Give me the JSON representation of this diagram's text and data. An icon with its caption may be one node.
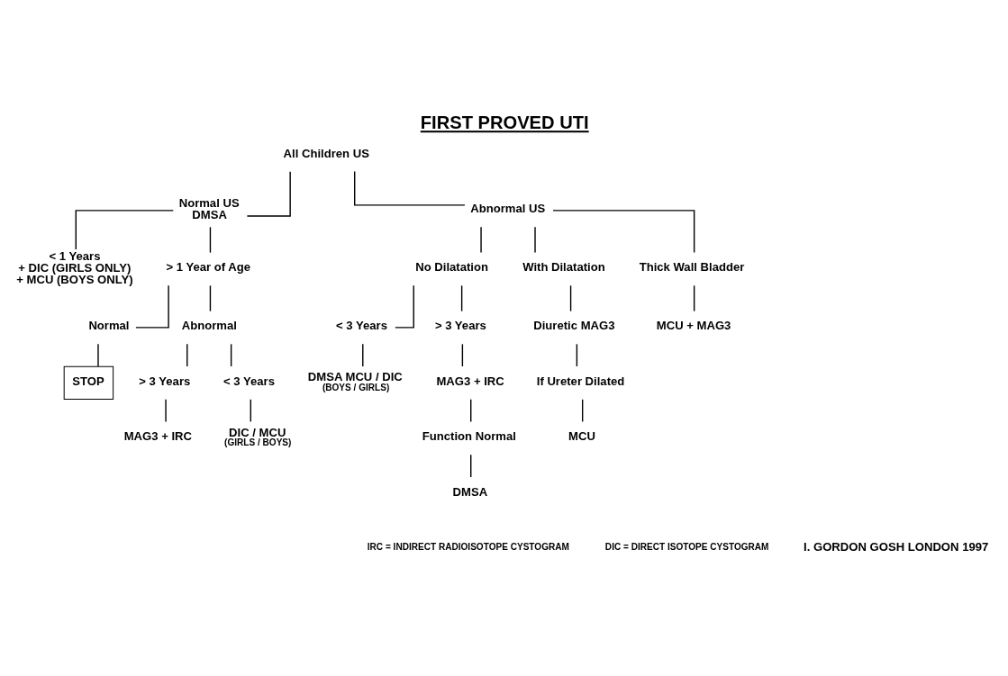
{
  "diagram": {
    "title": "FIRST PROVED UTI",
    "nodes": [
      {
        "text": [
          "All Children US"
        ]
      },
      {
        "text": [
          "Normal US",
          "DMSA"
        ]
      },
      {
        "text": [
          "< 1 Years",
          "+ DIC (GIRLS ONLY)",
          "+ MCU (BOYS ONLY)"
        ]
      },
      {
        "text": [
          "> 1 Year of Age"
        ]
      },
      {
        "text": [
          "Normal"
        ]
      },
      {
        "text": [
          "Abnormal"
        ]
      },
      {
        "text": [
          "STOP"
        ]
      },
      {
        "text": [
          "> 3 Years"
        ]
      },
      {
        "text": [
          "MAG3 + IRC"
        ]
      },
      {
        "text": [
          "< 3 Years"
        ]
      },
      {
        "text": [
          "DIC / MCU",
          "(GIRLS / BOYS)"
        ]
      },
      {
        "text": [
          "Abnormal US"
        ]
      },
      {
        "text": [
          "No Dilatation"
        ]
      },
      {
        "text": [
          "With Dilatation"
        ]
      },
      {
        "text": [
          "Thick Wall Bladder"
        ]
      },
      {
        "text": [
          "< 3 Years"
        ]
      },
      {
        "text": [
          "> 3 Years"
        ]
      },
      {
        "text": [
          "DMSA MCU / DIC",
          "(BOYS / GIRLS)"
        ]
      },
      {
        "text": [
          "MAG3 + IRC"
        ]
      },
      {
        "text": [
          "Function Normal"
        ]
      },
      {
        "text": [
          "DMSA"
        ]
      },
      {
        "text": [
          "Diuretic MAG3"
        ]
      },
      {
        "text": [
          "If Ureter Dilated"
        ]
      },
      {
        "text": [
          "MCU"
        ]
      },
      {
        "text": [
          "MCU + MAG3"
        ]
      }
    ],
    "edges": [
      {
        "from": 0,
        "to": 1,
        "arrow": "none"
      },
      {
        "from": 0,
        "to": 11,
        "arrow": "none"
      },
      {
        "from": 1,
        "to": 2,
        "arrow": "none"
      },
      {
        "from": 1,
        "to": 3,
        "arrow": "none"
      },
      {
        "from": 3,
        "to": 4,
        "arrow": "none"
      },
      {
        "from": 3,
        "to": 5,
        "arrow": "none"
      },
      {
        "from": 4,
        "to": 6,
        "arrow": "none"
      },
      {
        "from": 5,
        "to": 7,
        "arrow": "none"
      },
      {
        "from": 5,
        "to": 9,
        "arrow": "none"
      },
      {
        "from": 7,
        "to": 8,
        "arrow": "none"
      },
      {
        "from": 9,
        "to": 10,
        "arrow": "none"
      },
      {
        "from": 11,
        "to": 12,
        "arrow": "none"
      },
      {
        "from": 11,
        "to": 13,
        "arrow": "none"
      },
      {
        "from": 11,
        "to": 14,
        "arrow": "none"
      },
      {
        "from": 12,
        "to": 15,
        "arrow": "none"
      },
      {
        "from": 12,
        "to": 16,
        "arrow": "none"
      },
      {
        "from": 15,
        "to": 17,
        "arrow": "none"
      },
      {
        "from": 16,
        "to": 18,
        "arrow": "none"
      },
      {
        "from": 18,
        "to": 19,
        "arrow": "none"
      },
      {
        "from": 19,
        "to": 20,
        "arrow": "none"
      },
      {
        "from": 13,
        "to": 21,
        "arrow": "none"
      },
      {
        "from": 21,
        "to": 22,
        "arrow": "none"
      },
      {
        "from": 22,
        "to": 23,
        "arrow": "none"
      },
      {
        "from": 14,
        "to": 24,
        "arrow": "none"
      }
    ],
    "labels": [
      "IRC = INDIRECT RADIOISOTOPE CYSTOGRAM",
      "DIC = DIRECT ISOTOPE CYSTOGRAM",
      "I. GORDON GOSH LONDON 1997"
    ]
  }
}
